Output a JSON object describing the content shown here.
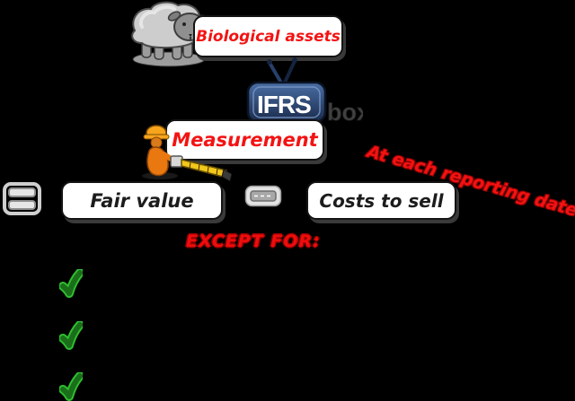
{
  "nodes": {
    "biological_assets": "Biological assets",
    "measurement": "Measurement",
    "fair_value": "Fair value",
    "costs_to_sell": "Costs to sell"
  },
  "annotations": {
    "reporting_date": "At each reporting date",
    "except_for": "EXCEPT FOR:"
  },
  "logo": {
    "ifrs": "IFRS",
    "box": "box"
  },
  "icons": {
    "sheep": "sheep-clipart",
    "tv": "ifrsbox-tv-logo",
    "worker": "worker-with-tape-measure",
    "equals": "equals-sign",
    "minus": "minus-sign",
    "checkmarks": [
      "green-check",
      "green-check",
      "green-check"
    ]
  },
  "colors": {
    "background": "#000000",
    "accent_red": "#f31313",
    "node_background": "#ffffff",
    "node_border": "#141414",
    "node_text": "#1c1c1c",
    "check_green_dark": "#1a6e1a",
    "check_green_bright": "#2fbe2f",
    "tv_blue_light": "#4a6fa5",
    "tv_blue_dark": "#1a2a4a",
    "logo_box_gray": "#404040"
  }
}
